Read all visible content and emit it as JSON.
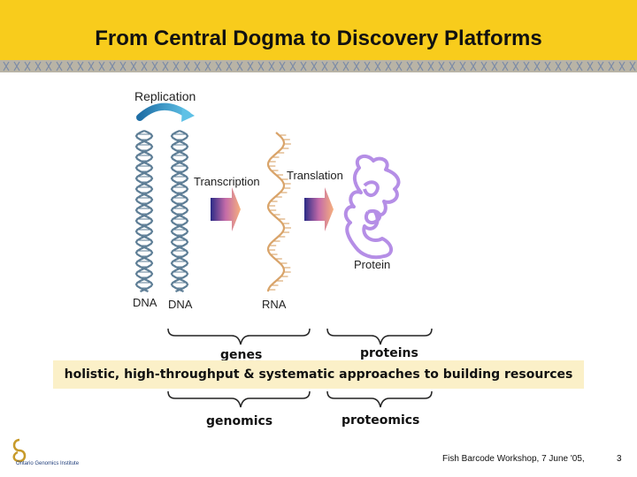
{
  "slide": {
    "title": "From Central Dogma to Discovery Platforms",
    "footer_text": "Fish Barcode Workshop, 7 June '05,",
    "page_number": "3",
    "logo_text": "Ontario Genomics Institute"
  },
  "diagram": {
    "replication_label": "Replication",
    "transcription_label": "Transcription",
    "translation_label": "Translation",
    "protein_label": "Protein",
    "dna_label_1": "DNA",
    "dna_label_2": "DNA",
    "rna_label": "RNA",
    "genes_label": "genes",
    "proteins_label": "proteins",
    "band_text": "holistic, high-throughput & systematic approaches to building resources",
    "genomics_label": "genomics",
    "proteomics_label": "proteomics"
  },
  "colors": {
    "header": "#f8cc1c",
    "dna_helix": "#5e7e96",
    "rna": "#d9a46a",
    "protein": "#b58ee6",
    "replication_arrow": "#2f8fc0",
    "band": "#fbf0c8"
  }
}
